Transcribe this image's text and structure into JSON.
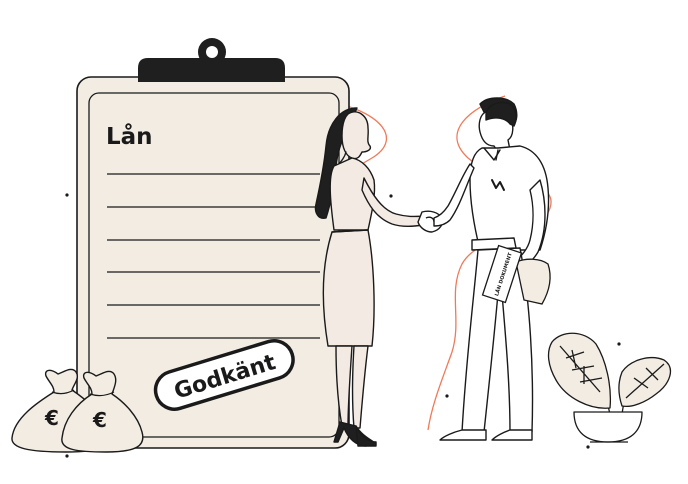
{
  "clipboard": {
    "title": "Lån",
    "stamp": "Godkänt"
  },
  "money_bags": {
    "symbol": "€"
  },
  "folder_text": "LÅN DOKUMENT",
  "colors": {
    "ink": "#1a1a1a",
    "paper": "#f2ece3",
    "clip": "#1f1f1f",
    "accent": "#ee7a5a",
    "skin": "#f3ebe3",
    "white": "#ffffff"
  }
}
